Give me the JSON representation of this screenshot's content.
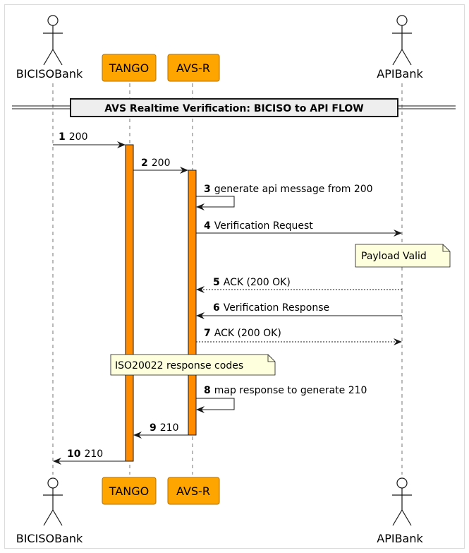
{
  "divider": {
    "label": "AVS Realtime Verification: BICISO to API FLOW"
  },
  "participants": {
    "biciso": {
      "label": "BICISOBank"
    },
    "tango": {
      "label": "TANGO"
    },
    "avsr": {
      "label": "AVS-R"
    },
    "apibank": {
      "label": "APIBank"
    }
  },
  "messages": [
    {
      "num": "1",
      "text": "200"
    },
    {
      "num": "2",
      "text": "200"
    },
    {
      "num": "3",
      "text": "generate api message from 200"
    },
    {
      "num": "4",
      "text": "Verification Request"
    },
    {
      "num": "5",
      "text": "ACK (200 OK)"
    },
    {
      "num": "6",
      "text": "Verification Response"
    },
    {
      "num": "7",
      "text": "ACK (200 OK)"
    },
    {
      "num": "8",
      "text": "map response to generate 210"
    },
    {
      "num": "9",
      "text": "210"
    },
    {
      "num": "10",
      "text": "210"
    }
  ],
  "notes": {
    "payload": "Payload Valid",
    "iso": "ISO20022 response codes"
  },
  "colors": {
    "participant_fill": "#FFA500",
    "activation_fill": "#FF8C00",
    "note_fill": "#FEFFDD",
    "line": "#181818"
  }
}
